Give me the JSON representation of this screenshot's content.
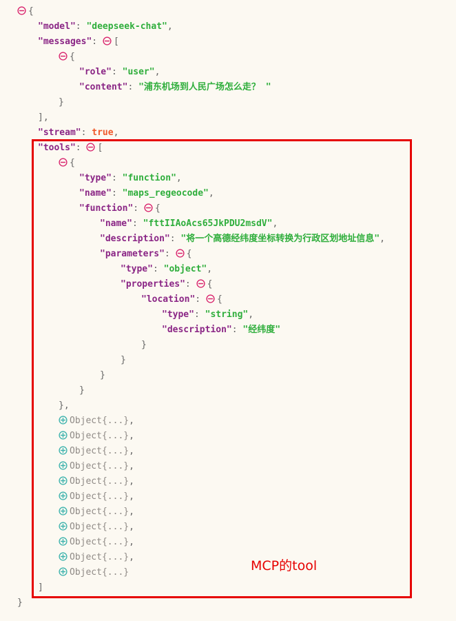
{
  "colors": {
    "background": "#fcf9f2",
    "key": "#8a2585",
    "string": "#2fae3c",
    "boolean": "#f0592b",
    "punct": "#666666",
    "brace": "#666666",
    "object_text": "#8f8a86",
    "collapse_icon": "#d9246d",
    "expand_icon": "#3db3ad",
    "annotation": "#e60000"
  },
  "annotation": {
    "label": "MCP的tool"
  },
  "json_viewer": {
    "lines": [
      {
        "indent": 0,
        "tokens": [
          [
            "icon-collapse"
          ],
          [
            "brace",
            "{"
          ]
        ]
      },
      {
        "indent": 1,
        "tokens": [
          [
            "key",
            "\"model\""
          ],
          [
            "punct",
            ": "
          ],
          [
            "string",
            "\"deepseek-chat\""
          ],
          [
            "punct",
            ","
          ]
        ]
      },
      {
        "indent": 1,
        "tokens": [
          [
            "key",
            "\"messages\""
          ],
          [
            "punct",
            ": "
          ],
          [
            "icon-collapse"
          ],
          [
            "brace",
            "["
          ]
        ]
      },
      {
        "indent": 2,
        "tokens": [
          [
            "icon-collapse"
          ],
          [
            "brace",
            "{"
          ]
        ]
      },
      {
        "indent": 3,
        "tokens": [
          [
            "key",
            "\"role\""
          ],
          [
            "punct",
            ": "
          ],
          [
            "string",
            "\"user\""
          ],
          [
            "punct",
            ","
          ]
        ]
      },
      {
        "indent": 3,
        "tokens": [
          [
            "key",
            "\"content\""
          ],
          [
            "punct",
            ": "
          ],
          [
            "string",
            "\"浦东机场到人民广场怎么走？ \""
          ]
        ]
      },
      {
        "indent": 2,
        "tokens": [
          [
            "brace",
            "}"
          ]
        ]
      },
      {
        "indent": 1,
        "tokens": [
          [
            "brace",
            "]"
          ],
          [
            "punct",
            ","
          ]
        ]
      },
      {
        "indent": 1,
        "tokens": [
          [
            "key",
            "\"stream\""
          ],
          [
            "punct",
            ": "
          ],
          [
            "bool",
            "true"
          ],
          [
            "punct",
            ","
          ]
        ]
      },
      {
        "indent": 1,
        "tokens": [
          [
            "key",
            "\"tools\""
          ],
          [
            "punct",
            ": "
          ],
          [
            "icon-collapse"
          ],
          [
            "brace",
            "["
          ]
        ]
      },
      {
        "indent": 2,
        "tokens": [
          [
            "icon-collapse"
          ],
          [
            "brace",
            "{"
          ]
        ]
      },
      {
        "indent": 3,
        "tokens": [
          [
            "key",
            "\"type\""
          ],
          [
            "punct",
            ": "
          ],
          [
            "string",
            "\"function\""
          ],
          [
            "punct",
            ","
          ]
        ]
      },
      {
        "indent": 3,
        "tokens": [
          [
            "key",
            "\"name\""
          ],
          [
            "punct",
            ": "
          ],
          [
            "string",
            "\"maps_regeocode\""
          ],
          [
            "punct",
            ","
          ]
        ]
      },
      {
        "indent": 3,
        "tokens": [
          [
            "key",
            "\"function\""
          ],
          [
            "punct",
            ": "
          ],
          [
            "icon-collapse"
          ],
          [
            "brace",
            "{"
          ]
        ]
      },
      {
        "indent": 4,
        "tokens": [
          [
            "key",
            "\"name\""
          ],
          [
            "punct",
            ": "
          ],
          [
            "string",
            "\"fttIIAoAcs65JkPDU2msdV\""
          ],
          [
            "punct",
            ","
          ]
        ]
      },
      {
        "indent": 4,
        "tokens": [
          [
            "key",
            "\"description\""
          ],
          [
            "punct",
            ": "
          ],
          [
            "string",
            "\"将一个高德经纬度坐标转换为行政区划地址信息\""
          ],
          [
            "punct",
            ","
          ]
        ]
      },
      {
        "indent": 4,
        "tokens": [
          [
            "key",
            "\"parameters\""
          ],
          [
            "punct",
            ": "
          ],
          [
            "icon-collapse"
          ],
          [
            "brace",
            "{"
          ]
        ]
      },
      {
        "indent": 5,
        "tokens": [
          [
            "key",
            "\"type\""
          ],
          [
            "punct",
            ": "
          ],
          [
            "string",
            "\"object\""
          ],
          [
            "punct",
            ","
          ]
        ]
      },
      {
        "indent": 5,
        "tokens": [
          [
            "key",
            "\"properties\""
          ],
          [
            "punct",
            ": "
          ],
          [
            "icon-collapse"
          ],
          [
            "brace",
            "{"
          ]
        ]
      },
      {
        "indent": 6,
        "tokens": [
          [
            "key",
            "\"location\""
          ],
          [
            "punct",
            ": "
          ],
          [
            "icon-collapse"
          ],
          [
            "brace",
            "{"
          ]
        ]
      },
      {
        "indent": 7,
        "tokens": [
          [
            "key",
            "\"type\""
          ],
          [
            "punct",
            ": "
          ],
          [
            "string",
            "\"string\""
          ],
          [
            "punct",
            ","
          ]
        ]
      },
      {
        "indent": 7,
        "tokens": [
          [
            "key",
            "\"description\""
          ],
          [
            "punct",
            ": "
          ],
          [
            "string",
            "\"经纬度\""
          ]
        ]
      },
      {
        "indent": 6,
        "tokens": [
          [
            "brace",
            "}"
          ]
        ]
      },
      {
        "indent": 5,
        "tokens": [
          [
            "brace",
            "}"
          ]
        ]
      },
      {
        "indent": 4,
        "tokens": [
          [
            "brace",
            "}"
          ]
        ]
      },
      {
        "indent": 3,
        "tokens": [
          [
            "brace",
            "}"
          ]
        ]
      },
      {
        "indent": 2,
        "tokens": [
          [
            "brace",
            "}"
          ],
          [
            "punct",
            ","
          ]
        ]
      },
      {
        "indent": 2,
        "tokens": [
          [
            "icon-expand"
          ],
          [
            "obj",
            "Object{...}"
          ],
          [
            "punct",
            ","
          ]
        ]
      },
      {
        "indent": 2,
        "tokens": [
          [
            "icon-expand"
          ],
          [
            "obj",
            "Object{...}"
          ],
          [
            "punct",
            ","
          ]
        ]
      },
      {
        "indent": 2,
        "tokens": [
          [
            "icon-expand"
          ],
          [
            "obj",
            "Object{...}"
          ],
          [
            "punct",
            ","
          ]
        ]
      },
      {
        "indent": 2,
        "tokens": [
          [
            "icon-expand"
          ],
          [
            "obj",
            "Object{...}"
          ],
          [
            "punct",
            ","
          ]
        ]
      },
      {
        "indent": 2,
        "tokens": [
          [
            "icon-expand"
          ],
          [
            "obj",
            "Object{...}"
          ],
          [
            "punct",
            ","
          ]
        ]
      },
      {
        "indent": 2,
        "tokens": [
          [
            "icon-expand"
          ],
          [
            "obj",
            "Object{...}"
          ],
          [
            "punct",
            ","
          ]
        ]
      },
      {
        "indent": 2,
        "tokens": [
          [
            "icon-expand"
          ],
          [
            "obj",
            "Object{...}"
          ],
          [
            "punct",
            ","
          ]
        ]
      },
      {
        "indent": 2,
        "tokens": [
          [
            "icon-expand"
          ],
          [
            "obj",
            "Object{...}"
          ],
          [
            "punct",
            ","
          ]
        ]
      },
      {
        "indent": 2,
        "tokens": [
          [
            "icon-expand"
          ],
          [
            "obj",
            "Object{...}"
          ],
          [
            "punct",
            ","
          ]
        ]
      },
      {
        "indent": 2,
        "tokens": [
          [
            "icon-expand"
          ],
          [
            "obj",
            "Object{...}"
          ],
          [
            "punct",
            ","
          ]
        ]
      },
      {
        "indent": 2,
        "tokens": [
          [
            "icon-expand"
          ],
          [
            "obj",
            "Object{...}"
          ]
        ]
      },
      {
        "indent": 1,
        "tokens": [
          [
            "brace",
            "]"
          ]
        ]
      },
      {
        "indent": 0,
        "tokens": [
          [
            "brace",
            "}"
          ]
        ]
      }
    ]
  }
}
